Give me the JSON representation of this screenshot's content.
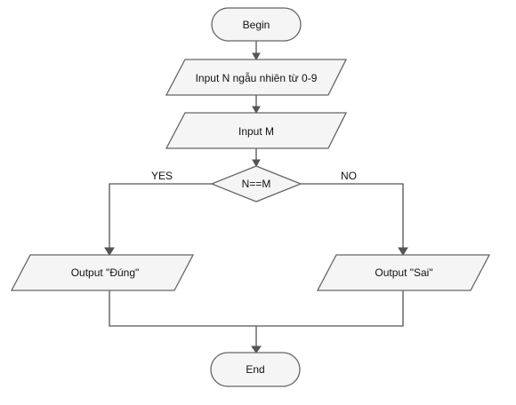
{
  "nodes": {
    "begin": "Begin",
    "input_n": "Input N ngẫu nhiên từ 0-9",
    "input_m": "Input M",
    "decision": "N==M",
    "output_true": "Output \"Đúng\"",
    "output_false": "Output \"Sai\"",
    "end": "End"
  },
  "edge_labels": {
    "yes": "YES",
    "no": "NO"
  },
  "colors": {
    "shape_fill": "#f5f5f5",
    "shape_stroke": "#666666",
    "edge": "#555555",
    "text": "#111111"
  }
}
